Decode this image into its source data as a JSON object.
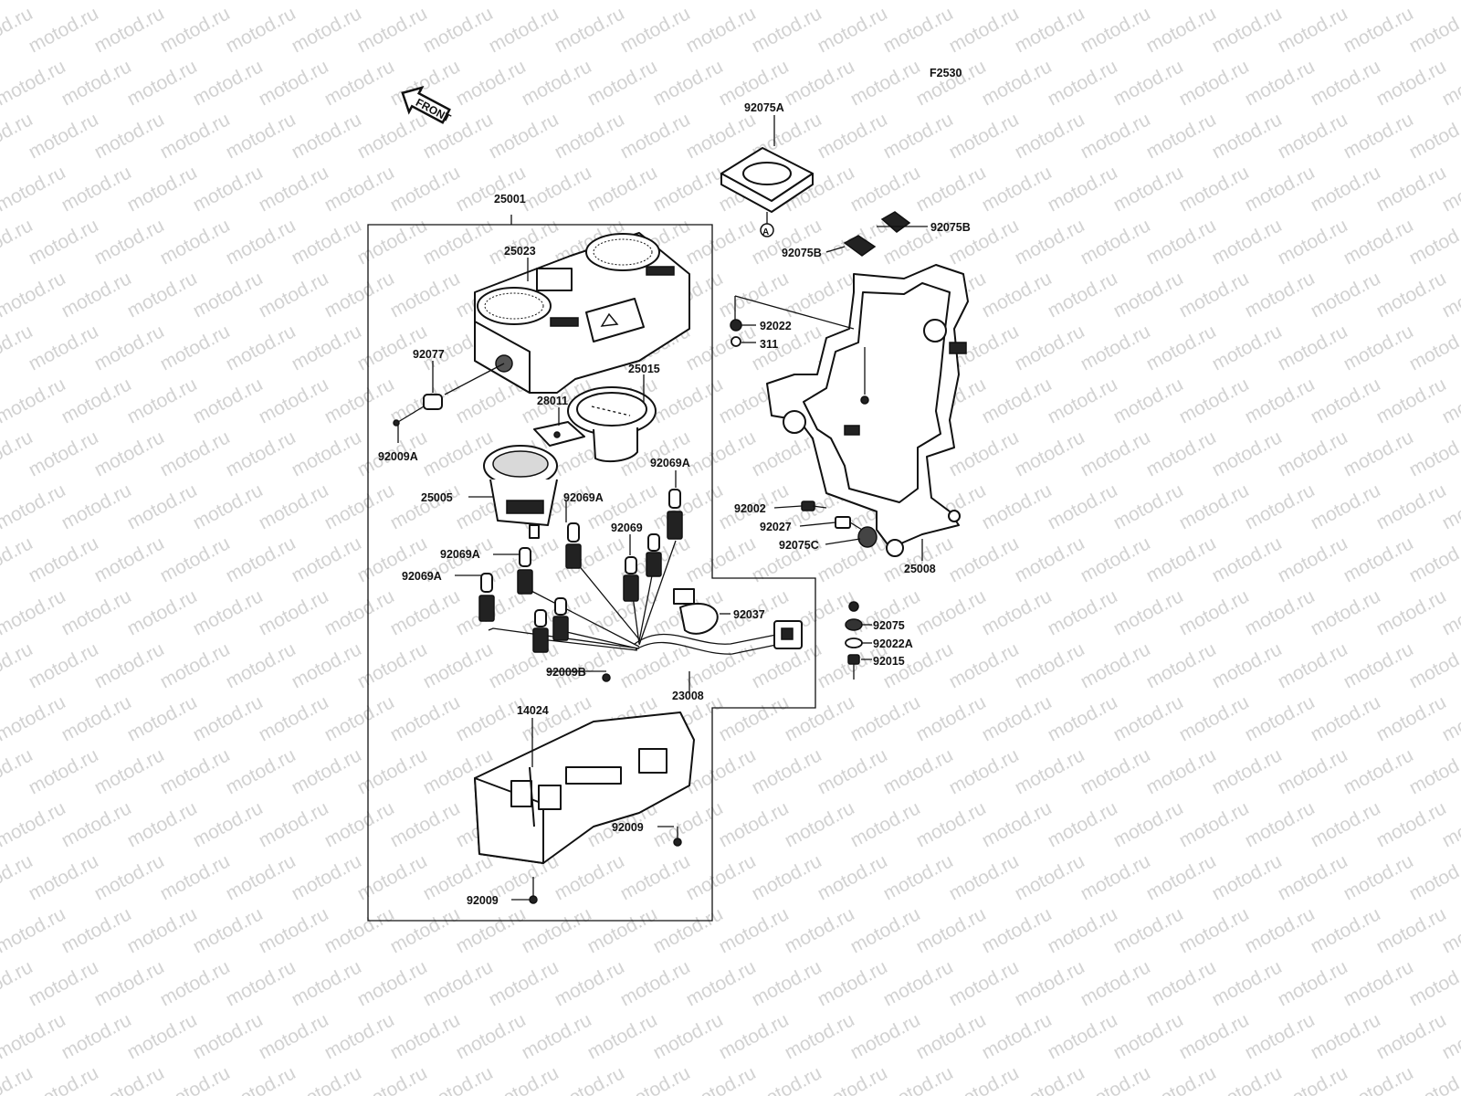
{
  "watermark": "motod.ru",
  "figure_code": "F2530",
  "front_label": "FRONT",
  "labels": {
    "assy": "25001",
    "lamp_socket": "25023",
    "grommet": "92077",
    "screw_a": "92009A",
    "tacho": "25015",
    "meter_case": "28011",
    "speedo": "25005",
    "bulb_a1": "92069A",
    "bulb_a2": "92069A",
    "bulb_a3": "92069A",
    "bulb_a4": "92069A",
    "bulb": "92069",
    "clamp": "92037",
    "screw_b": "92009B",
    "harness": "23008",
    "cover": "14024",
    "screw_1": "92009",
    "screw_2": "92009",
    "damper_a": "92075A",
    "damper_b1": "92075B",
    "damper_b2": "92075B",
    "nut": "92022",
    "bolt": "311",
    "bolt_2": "92002",
    "collar": "92027",
    "damper_c": "92075C",
    "bracket": "25008",
    "damper": "92075",
    "washer": "92022A",
    "nut_2": "92015",
    "ref_a": "A"
  }
}
